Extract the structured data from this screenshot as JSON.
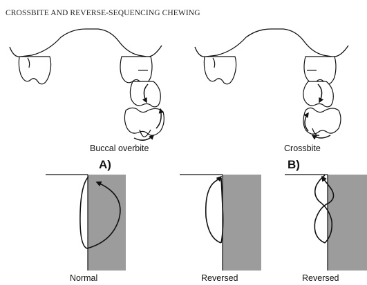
{
  "running_head": "CROSSBITE AND REVERSE-SEQUENCING CHEWING",
  "panel_a": {
    "caption": "Buccal overbite",
    "letter": "A)",
    "trace_label": "Normal"
  },
  "panel_b": {
    "caption": "Crossbite",
    "letter": "B)",
    "trace_labels": [
      "Reversed",
      "Reversed"
    ]
  },
  "colors": {
    "ink": "#111111",
    "shade": "#9c9c9c",
    "background": "#ffffff"
  }
}
